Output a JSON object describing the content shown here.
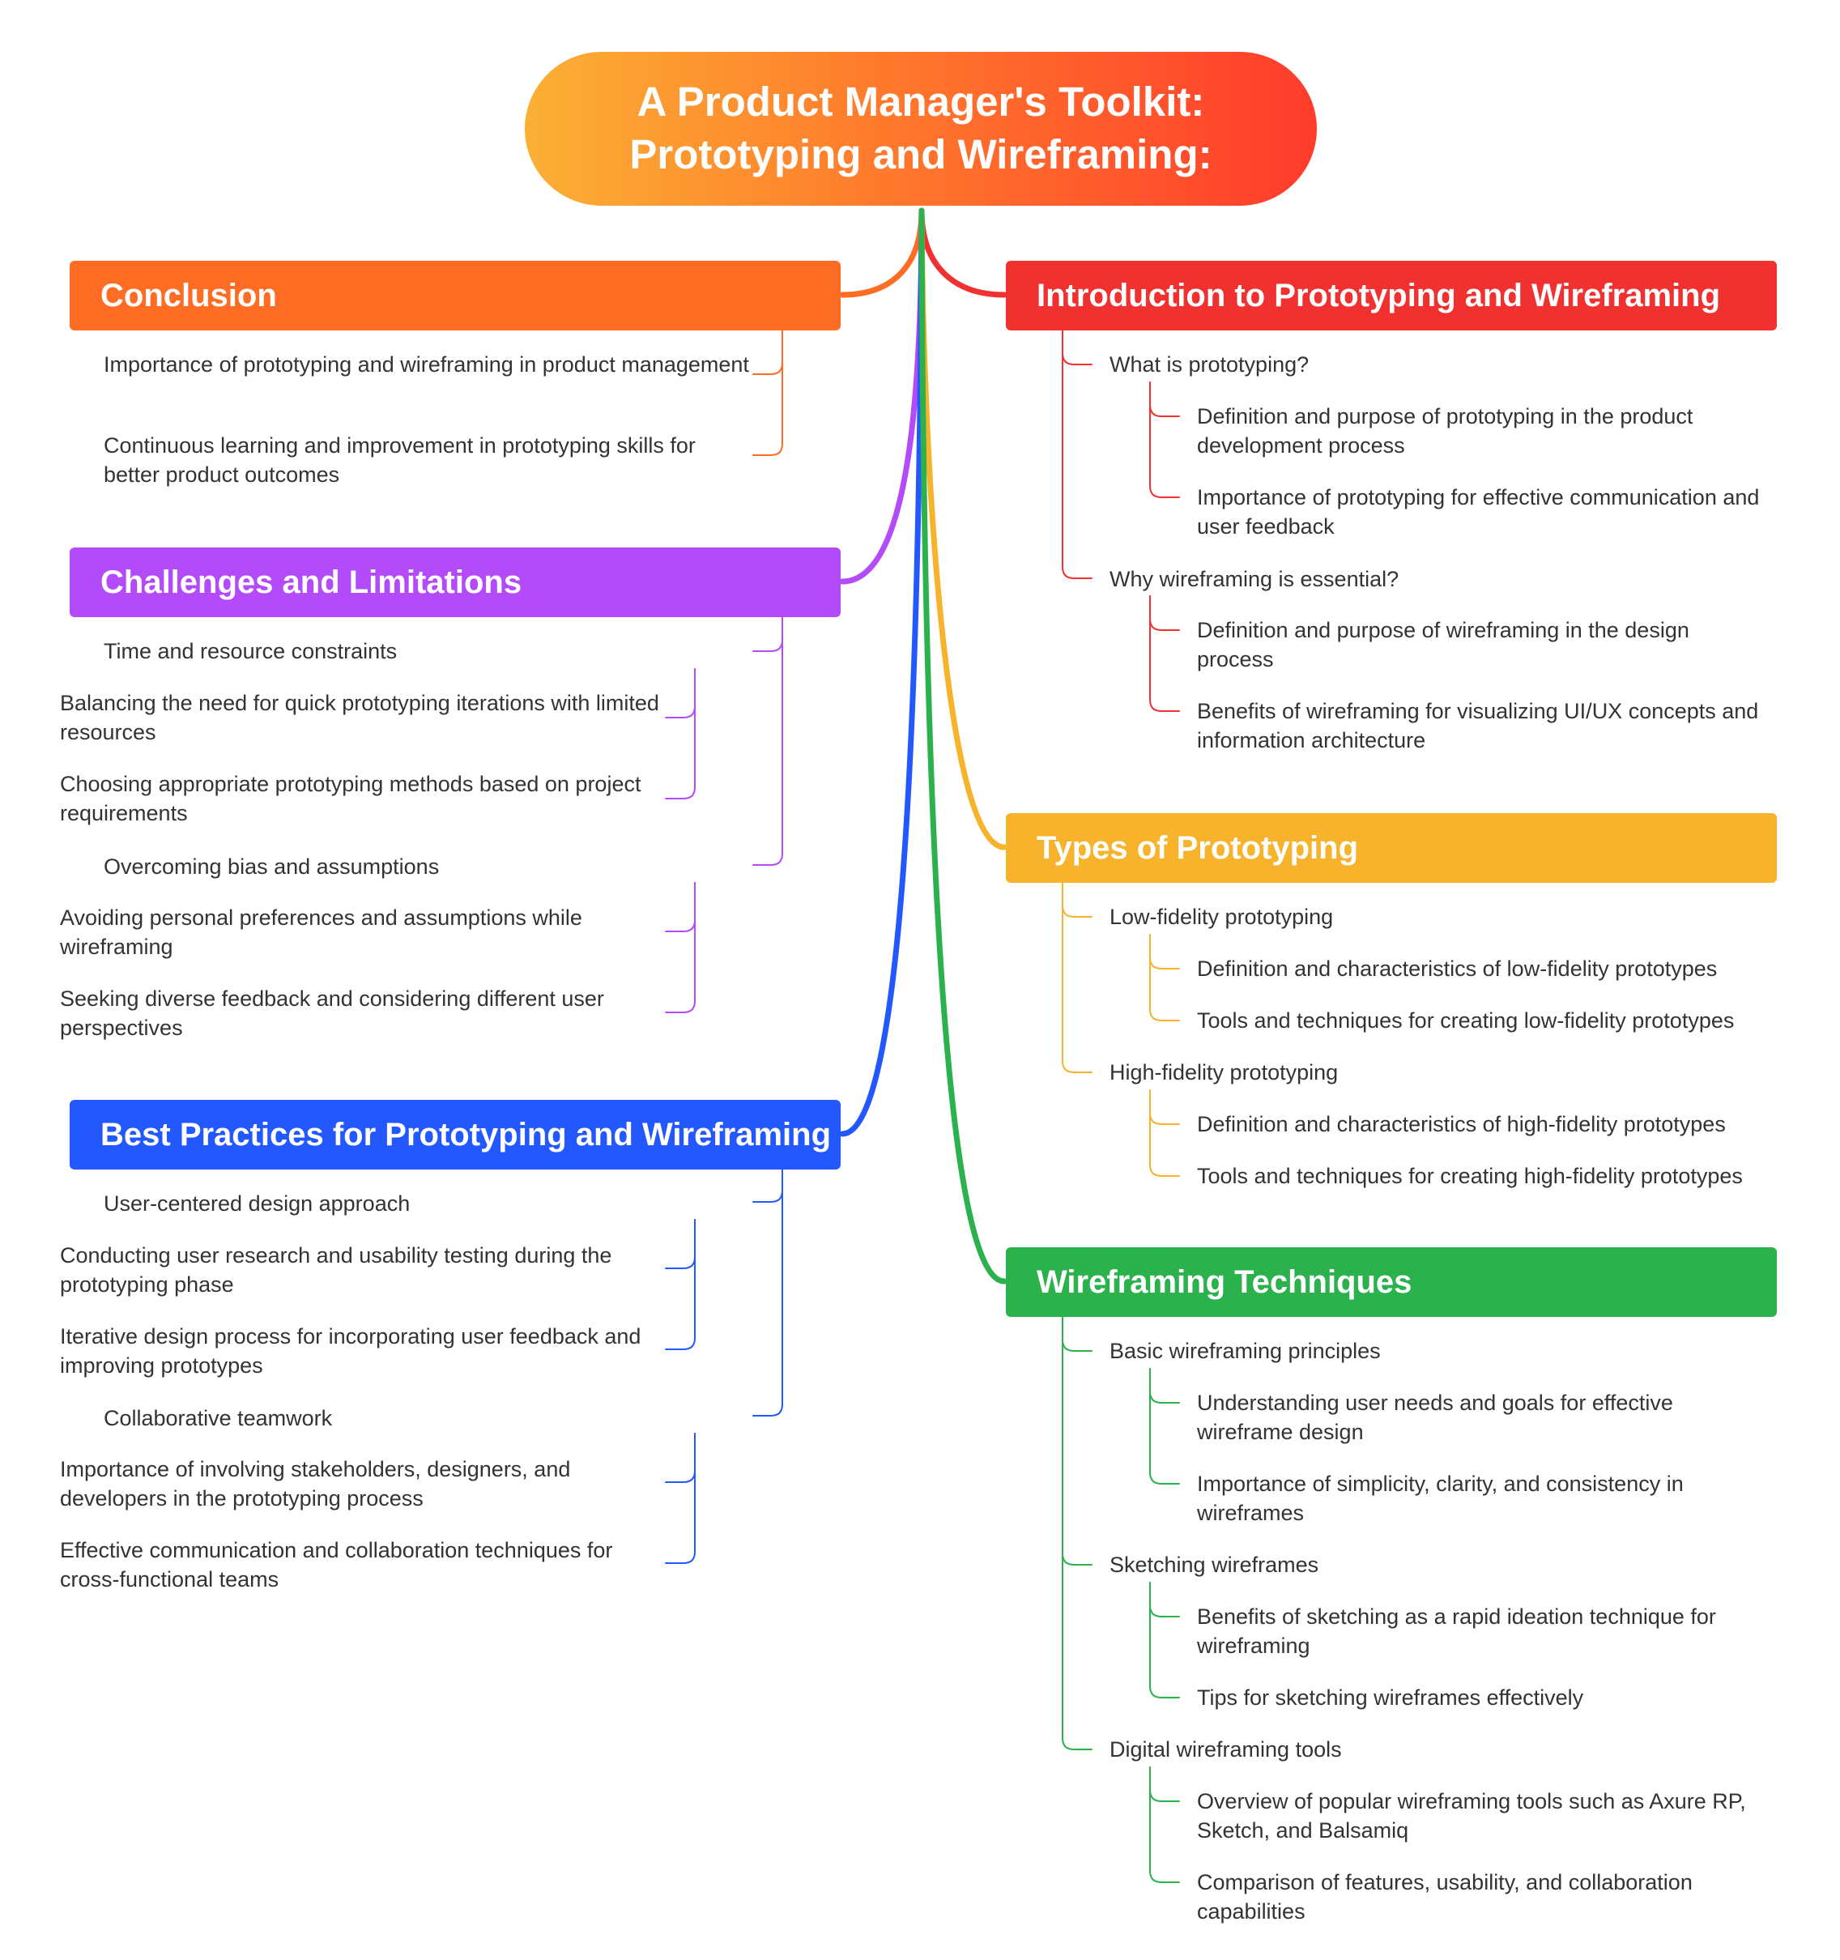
{
  "title": {
    "line1": "A Product Manager's Toolkit:",
    "line2": "Prototyping and Wireframing:"
  },
  "colors": {
    "conclusion": "#ff6c23",
    "challenges": "#b44bfa",
    "best_practices": "#2358ff",
    "introduction": "#f0312f",
    "types": "#f6b32b",
    "techniques": "#2bb24c",
    "text": "#333333",
    "title_gradient": [
      "#fbb034",
      "#ff7a2c",
      "#ff3b2c"
    ]
  },
  "branches": {
    "conclusion": {
      "label": "Conclusion",
      "items": [
        "Importance of prototyping and wireframing in product management",
        "Continuous learning and improvement in prototyping skills for better product outcomes"
      ]
    },
    "challenges": {
      "label": "Challenges and Limitations",
      "groups": [
        {
          "label": "Time and resource constraints",
          "items": [
            "Balancing the need for quick prototyping iterations with limited resources",
            "Choosing appropriate prototyping methods based on project requirements"
          ]
        },
        {
          "label": "Overcoming bias and assumptions",
          "items": [
            "Avoiding personal preferences and assumptions while wireframing",
            "Seeking diverse feedback and considering different user perspectives"
          ]
        }
      ]
    },
    "best_practices": {
      "label": "Best Practices for Prototyping and Wireframing",
      "groups": [
        {
          "label": "User-centered design approach",
          "items": [
            "Conducting user research and usability testing during the prototyping phase",
            "Iterative design process for incorporating user feedback and improving prototypes"
          ]
        },
        {
          "label": "Collaborative teamwork",
          "items": [
            "Importance of involving stakeholders, designers, and developers in the prototyping process",
            "Effective communication and collaboration techniques for cross-functional teams"
          ]
        }
      ]
    },
    "introduction": {
      "label": "Introduction to Prototyping and Wireframing",
      "groups": [
        {
          "label": "What is prototyping?",
          "items": [
            "Definition and purpose of prototyping in the product development process",
            "Importance of prototyping for effective communication and user feedback"
          ]
        },
        {
          "label": "Why wireframing is essential?",
          "items": [
            "Definition and purpose of wireframing in the design process",
            "Benefits of wireframing for visualizing UI/UX concepts and information architecture"
          ]
        }
      ]
    },
    "types": {
      "label": "Types of Prototyping",
      "groups": [
        {
          "label": "Low-fidelity prototyping",
          "items": [
            "Definition and characteristics of low-fidelity prototypes",
            "Tools and techniques for creating low-fidelity prototypes"
          ]
        },
        {
          "label": "High-fidelity prototyping",
          "items": [
            "Definition and characteristics of high-fidelity prototypes",
            "Tools and techniques for creating high-fidelity prototypes"
          ]
        }
      ]
    },
    "techniques": {
      "label": "Wireframing Techniques",
      "groups": [
        {
          "label": "Basic wireframing principles",
          "items": [
            "Understanding user needs and goals for effective wireframe design",
            "Importance of simplicity, clarity, and consistency in wireframes"
          ]
        },
        {
          "label": "Sketching wireframes",
          "items": [
            "Benefits of sketching as a rapid ideation technique for wireframing",
            "Tips for sketching wireframes effectively"
          ]
        },
        {
          "label": "Digital wireframing tools",
          "items": [
            "Overview of popular wireframing tools such as Axure RP, Sketch, and Balsamiq",
            "Comparison of features, usability, and collaboration capabilities"
          ]
        }
      ]
    }
  }
}
